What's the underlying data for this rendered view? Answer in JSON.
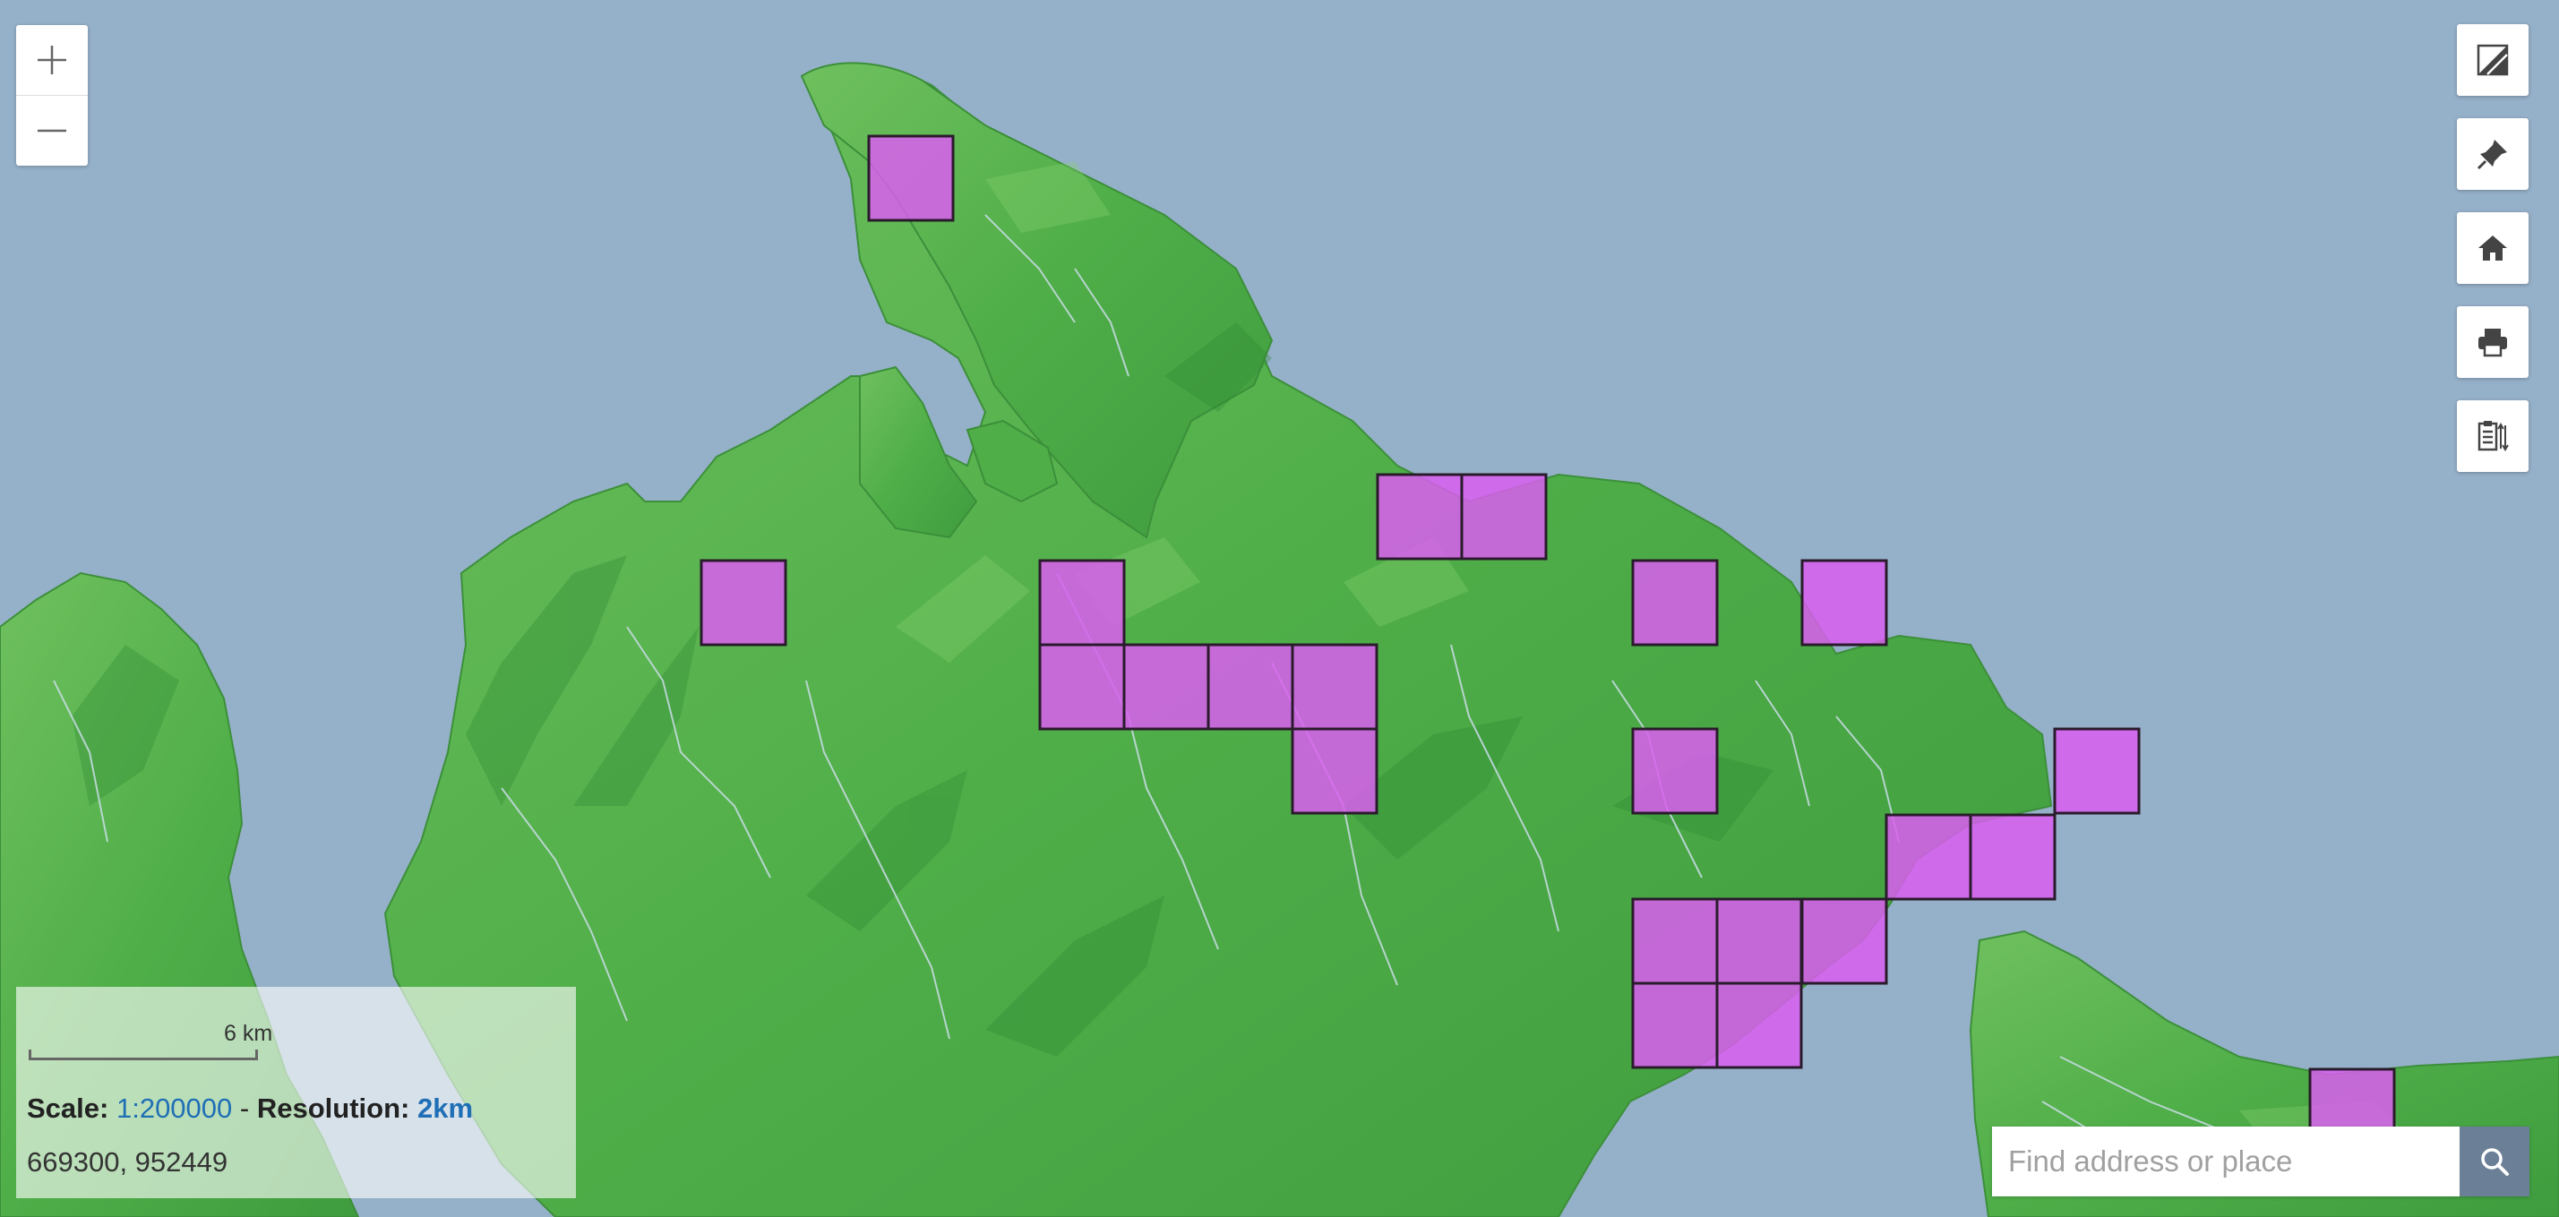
{
  "map": {
    "colors": {
      "sea": "#95b0c9",
      "land": "#4fae48",
      "land_shade": "#2f8a35",
      "land_light": "#7dc86a",
      "river": "#c9dce6",
      "grid_fill": "#d95ef0",
      "grid_stroke": "#2a1b2c"
    },
    "grid_cell_size_km": 2
  },
  "zoom": {
    "in_icon": "plus-icon",
    "out_icon": "minus-icon"
  },
  "tools": [
    {
      "name": "layers-icon"
    },
    {
      "name": "pin-icon"
    },
    {
      "name": "home-icon"
    },
    {
      "name": "print-icon"
    },
    {
      "name": "legend-icon"
    }
  ],
  "scale": {
    "bar_label": "6 km",
    "scale_label": "Scale:",
    "scale_value": "1:200000",
    "separator": " - ",
    "resolution_label": "Resolution:",
    "resolution_value": "2km",
    "coordinates": "669300, 952449"
  },
  "search": {
    "placeholder": "Find address or place",
    "button_icon": "search-icon"
  }
}
